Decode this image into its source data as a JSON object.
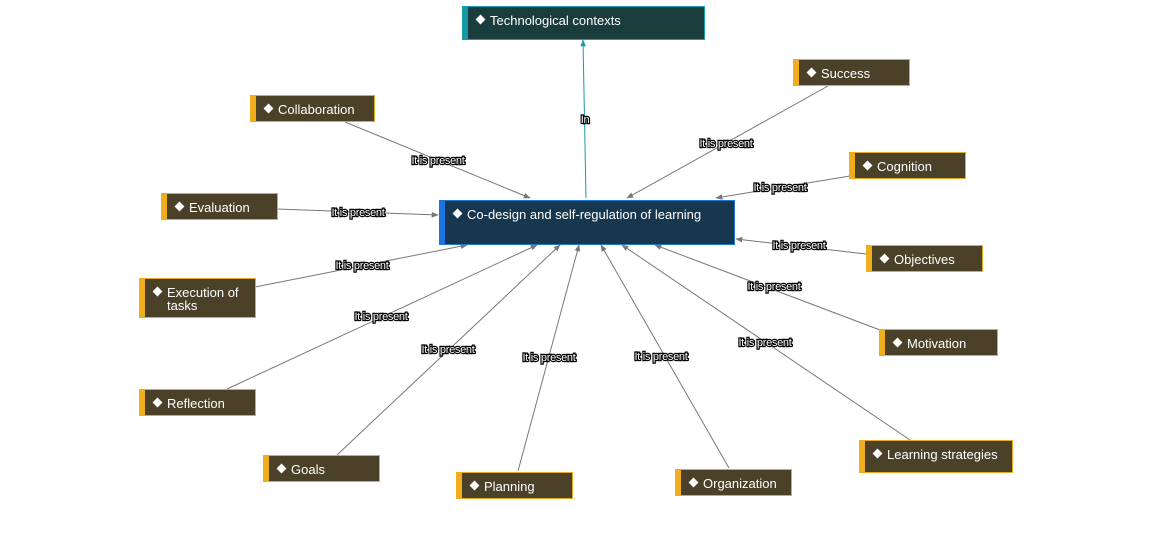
{
  "nodes": {
    "context": "Technological contexts",
    "central": "Co-design and self-regulation of learning",
    "success": "Success",
    "collaboration": "Collaboration",
    "cognition": "Cognition",
    "evaluation": "Evaluation",
    "objectives": "Objectives",
    "execution": "Execution of tasks",
    "motivation": "Motivation",
    "reflection": "Reflection",
    "learning_strategies": "Learning strategies",
    "goals": "Goals",
    "planning": "Planning",
    "organization": "Organization"
  },
  "links": {
    "in": "In",
    "present": "It is present"
  },
  "colors": {
    "concept_fill": "#4a4128",
    "concept_accent": "#f0ad1c",
    "central_fill": "#16374e",
    "central_accent": "#1b74e4",
    "context_fill": "#193c3c",
    "context_accent": "#169aa6",
    "edge": "#777777",
    "edge_in": "#1a9aa5"
  }
}
